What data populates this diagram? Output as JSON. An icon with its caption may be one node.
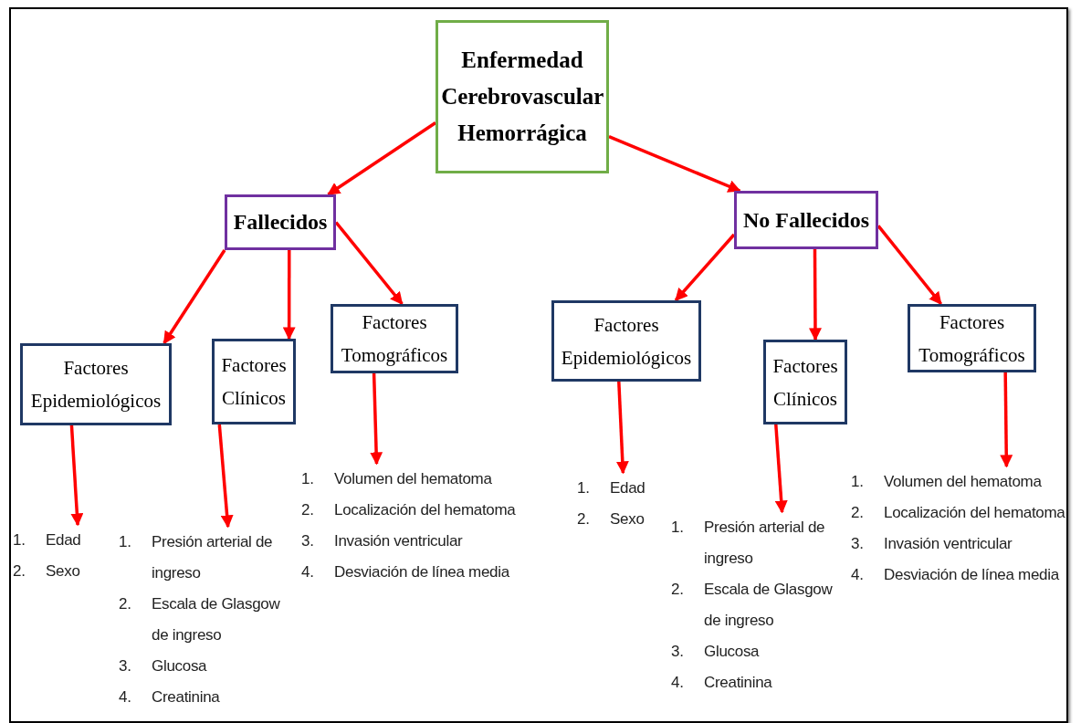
{
  "diagram": {
    "nodes": [
      {
        "text": [
          "Enfermedad Cerebrovascular Hemorrágica"
        ]
      },
      {
        "text": [
          "Fallecidos"
        ]
      },
      {
        "text": [
          "No Fallecidos"
        ]
      },
      {
        "text": [
          "Factores Epidemiológicos"
        ]
      },
      {
        "text": [
          "Factores Clínicos"
        ]
      },
      {
        "text": [
          "Factores Tomográficos"
        ]
      },
      {
        "text": [
          "Factores Epidemiológicos"
        ]
      },
      {
        "text": [
          "Factores Clínicos"
        ]
      },
      {
        "text": [
          "Factores Tomográficos"
        ]
      },
      {
        "text": [
          "1.",
          "Edad",
          "2.",
          "Sexo"
        ]
      },
      {
        "text": [
          "1.",
          "Presión arterial de ingreso",
          "2.",
          "Escala de Glasgow de ingreso",
          "3.",
          "Glucosa",
          "4.",
          "Creatinina"
        ]
      },
      {
        "text": [
          "1.",
          "Volumen del hematoma",
          "2.",
          "Localización del hematoma",
          "3.",
          "Invasión ventricular",
          "4.",
          "Desviación de línea media"
        ]
      },
      {
        "text": [
          "1.",
          "Edad",
          "2.",
          "Sexo"
        ]
      },
      {
        "text": [
          "1.",
          "Presión arterial de ingreso",
          "2.",
          "Escala de Glasgow de ingreso",
          "3.",
          "Glucosa",
          "4.",
          "Creatinina"
        ]
      },
      {
        "text": [
          "1.",
          "Volumen del hematoma",
          "2.",
          "Localización del hematoma",
          "3.",
          "Invasión ventricular",
          "4.",
          "Desviación de línea media"
        ]
      }
    ],
    "edges": [
      {
        "from": 0,
        "to": 1,
        "arrow": "to"
      },
      {
        "from": 0,
        "to": 2,
        "arrow": "to"
      },
      {
        "from": 1,
        "to": 3,
        "arrow": "to"
      },
      {
        "from": 1,
        "to": 4,
        "arrow": "to"
      },
      {
        "from": 1,
        "to": 5,
        "arrow": "to"
      },
      {
        "from": 2,
        "to": 6,
        "arrow": "to"
      },
      {
        "from": 2,
        "to": 7,
        "arrow": "to"
      },
      {
        "from": 2,
        "to": 8,
        "arrow": "to"
      },
      {
        "from": 3,
        "to": 9,
        "arrow": "to"
      },
      {
        "from": 4,
        "to": 10,
        "arrow": "to"
      },
      {
        "from": 5,
        "to": 11,
        "arrow": "to"
      },
      {
        "from": 6,
        "to": 12,
        "arrow": "to"
      },
      {
        "from": 7,
        "to": 13,
        "arrow": "to"
      },
      {
        "from": 8,
        "to": 14,
        "arrow": "to"
      }
    ]
  }
}
